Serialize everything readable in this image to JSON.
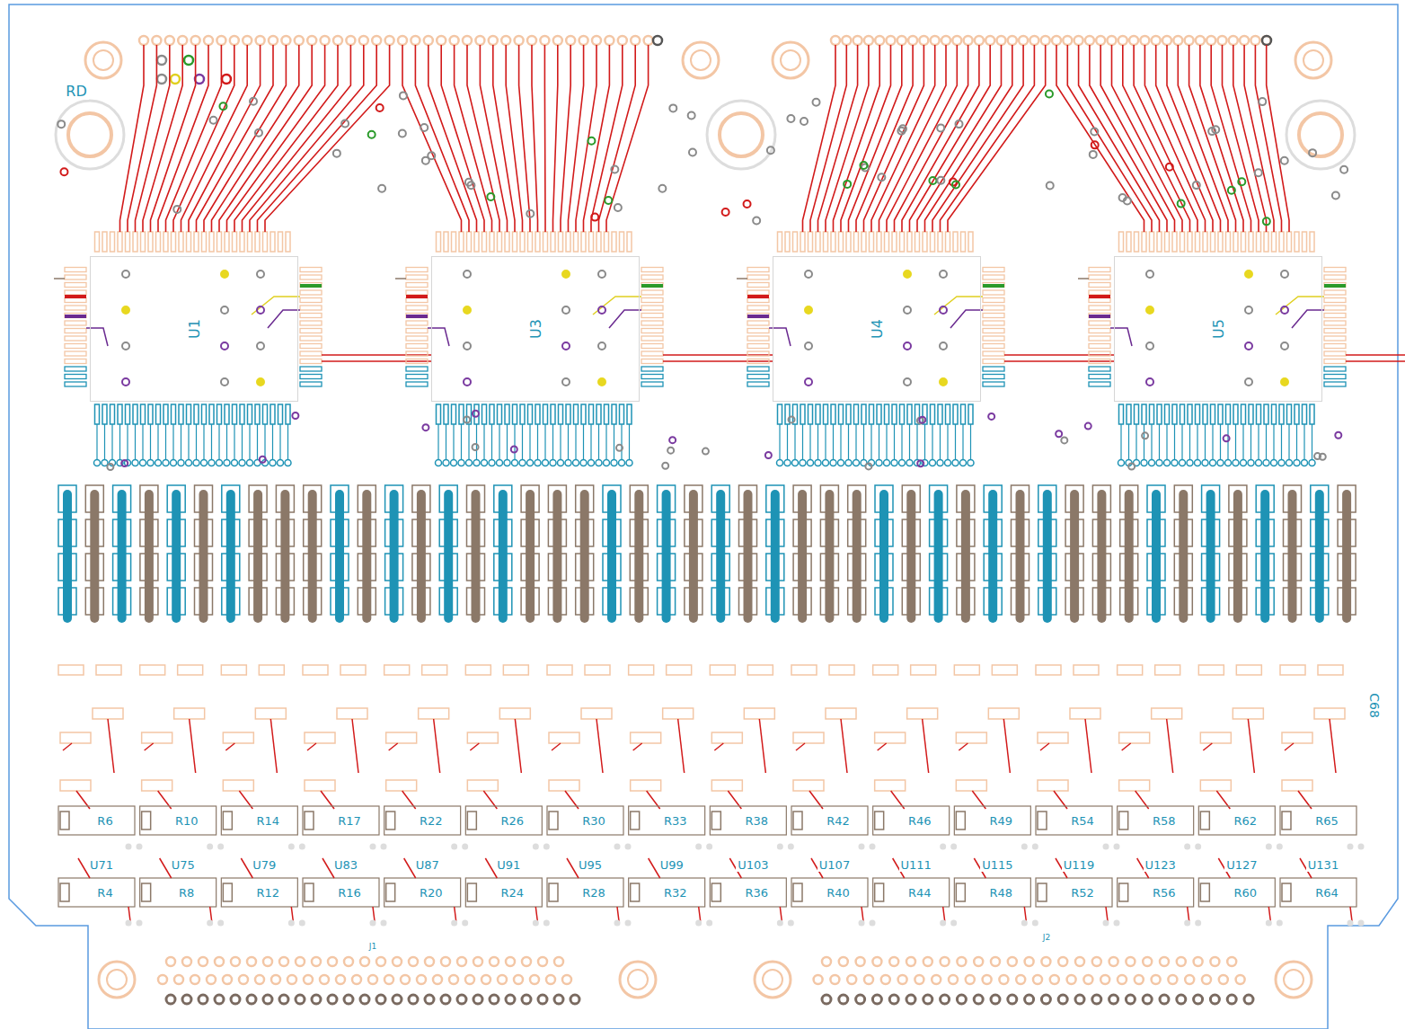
{
  "diagram": {
    "nodes": [
      {
        "text": [
          "U1"
        ]
      },
      {
        "text": [
          "U3"
        ]
      },
      {
        "text": [
          "U4"
        ]
      },
      {
        "text": [
          "U5"
        ]
      }
    ],
    "labels": [
      "RD",
      "R6",
      "R10",
      "R14",
      "R17",
      "R22",
      "R26",
      "R30",
      "R33",
      "R38",
      "R42",
      "R46",
      "R49",
      "R54",
      "R58",
      "R62",
      "R65",
      "U71",
      "U75",
      "U79",
      "U83",
      "U87",
      "U91",
      "U95",
      "U99",
      "U103",
      "U107",
      "U111",
      "U115",
      "U119",
      "U123",
      "U127",
      "U131",
      "R4",
      "R8",
      "R12",
      "R16",
      "R20",
      "R24",
      "R28",
      "R32",
      "R36",
      "R40",
      "R44",
      "R48",
      "R52",
      "R56",
      "R60",
      "R64",
      "C68",
      "J1",
      "J2"
    ]
  }
}
